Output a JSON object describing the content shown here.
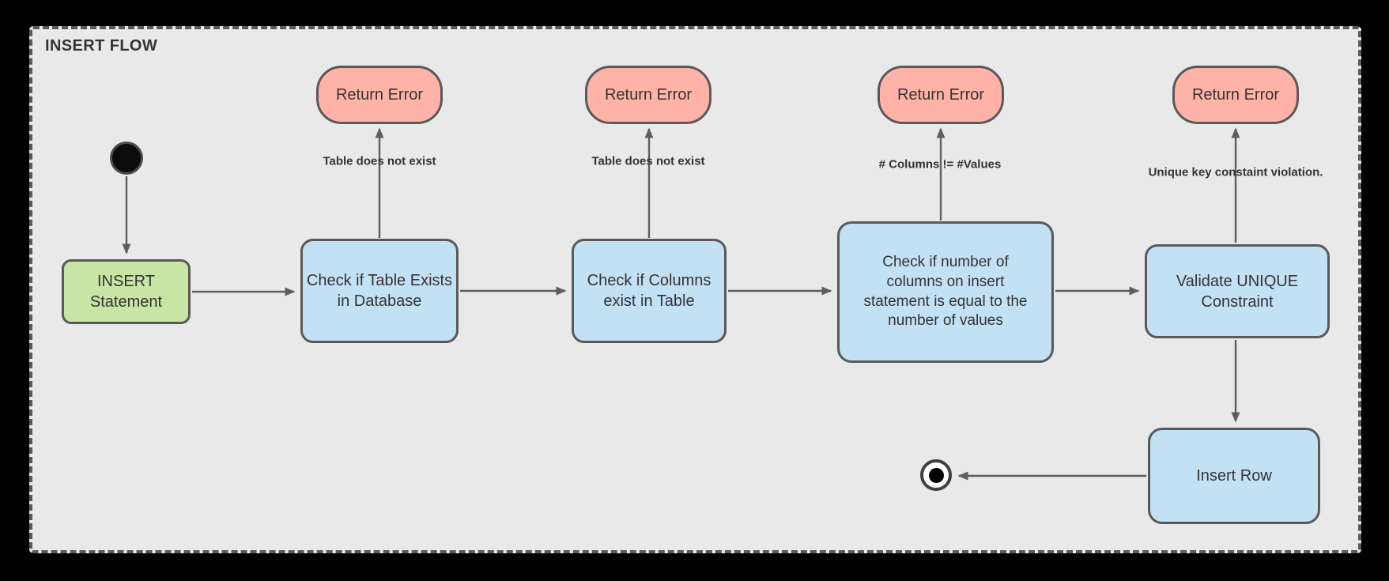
{
  "diagram": {
    "title": "INSERT FLOW",
    "type": "flowchart",
    "nodes": {
      "insert_statement": {
        "label": "INSERT Statement"
      },
      "check_table": {
        "label": "Check if Table Exists in Database"
      },
      "check_columns": {
        "label": "Check if Columns exist in Table"
      },
      "check_column_count": {
        "label": "Check if number of columns on insert statement is equal to the number of values"
      },
      "validate_unique": {
        "label": "Validate UNIQUE Constraint"
      },
      "insert_row": {
        "label": "Insert Row"
      },
      "return_error_1": {
        "label": "Return Error"
      },
      "return_error_2": {
        "label": "Return Error"
      },
      "return_error_3": {
        "label": "Return Error"
      },
      "return_error_4": {
        "label": "Return Error"
      }
    },
    "edge_labels": {
      "table_does_not_exist_1": "Table does not exist",
      "table_does_not_exist_2": "Table does not exist",
      "column_count_mismatch": "# Columns != #Values",
      "unique_key_violation": "Unique key constaint violation."
    },
    "colors": {
      "page_background": "#000000",
      "group_fill": "#e9e9e9",
      "dashed_border": "#595959",
      "arrow": "#5e5e5e",
      "text": "#333333",
      "node_green": "#c9e5a5",
      "node_blue": "#c3e1f5",
      "node_red": "#ffb3a7"
    }
  }
}
